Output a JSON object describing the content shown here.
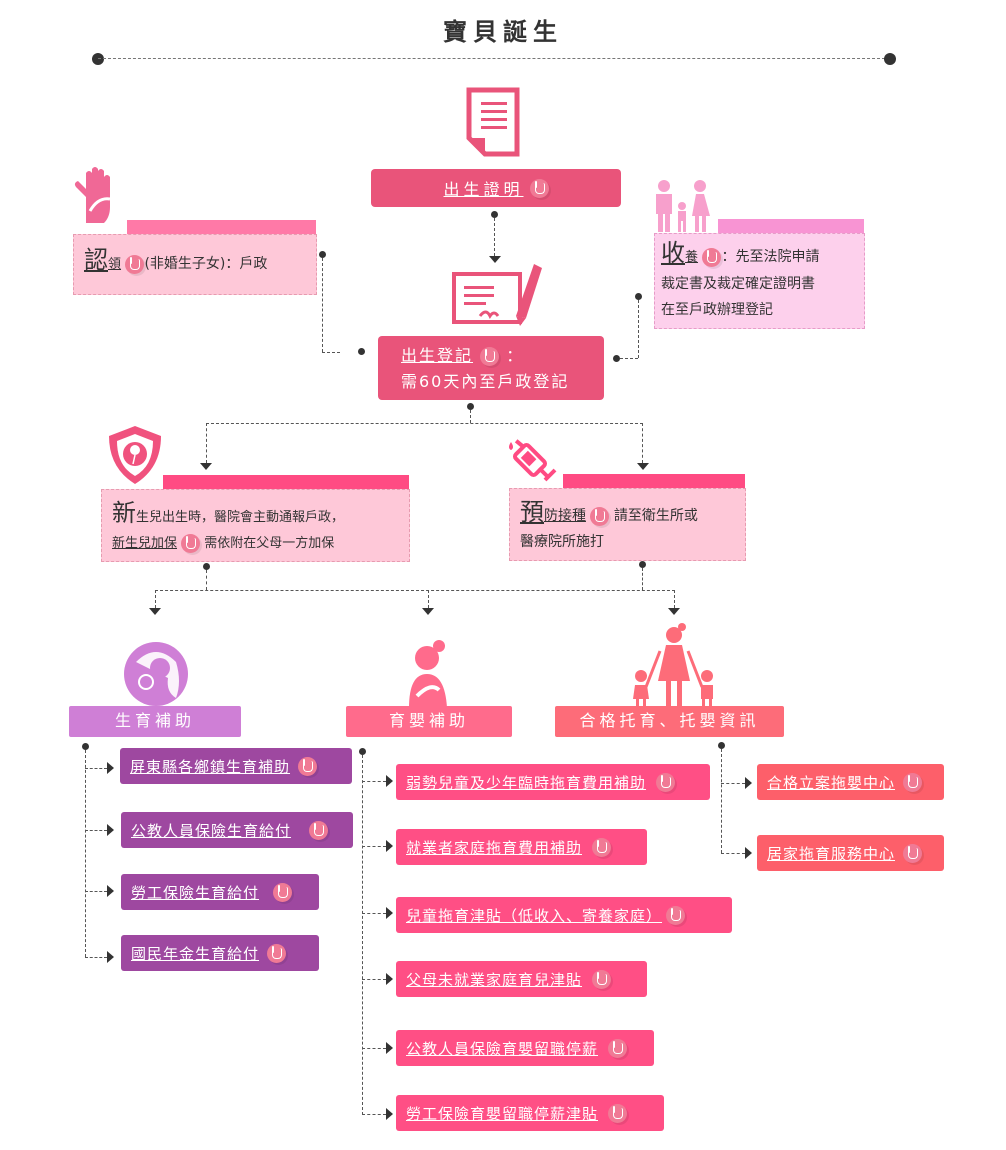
{
  "title": "寶貝誕生",
  "birth_certificate": {
    "label": "出生證明",
    "icon": "document-icon"
  },
  "acknowledgment": {
    "big_char": "認",
    "link": "領",
    "text": "(非婚生子女)：戶政",
    "icon": "helping-hand-icon"
  },
  "adoption": {
    "big_char": "收",
    "link": "養",
    "text_line1": "：先至法院申請",
    "text_line2": "裁定書及裁定確定證明書",
    "text_line3": "在至戶政辦理登記",
    "icon": "family-icon"
  },
  "birth_registration": {
    "label": "出生登記",
    "colon": "：",
    "line2": "需60天內至戶政登記",
    "icon": "signature-pen-icon"
  },
  "newborn": {
    "big_char": "新",
    "line1": "生兒出生時，醫院會主動通報戶政，",
    "link": "新生兒加保",
    "line2": "需依附在父母一方加保",
    "icon": "shield-icon"
  },
  "vaccination": {
    "big_char": "預",
    "link": "防接種",
    "line1": "請至衛生所或",
    "line2": "醫療院所施打",
    "icon": "syringe-icon"
  },
  "categories": [
    {
      "label": "生育補助",
      "color": "#cf7fd6",
      "icon": "mother-baby-icon"
    },
    {
      "label": "育嬰補助",
      "color": "#ff6b8c",
      "icon": "nursing-mother-icon"
    },
    {
      "label": "合格托育、托嬰資訊",
      "color": "#fd6c79",
      "icon": "mother-children-icon"
    }
  ],
  "birth_subsidies": [
    "屏東縣各鄉鎮生育補助",
    "公教人員保險生育給付",
    "勞工保險生育給付",
    "國民年金生育給付"
  ],
  "childcare_subsidies": [
    "弱勢兒童及少年臨時拖育費用補助",
    "就業者家庭拖育費用補助",
    "兒童拖育津貼（低收入、寄養家庭）",
    "父母未就業家庭育兒津貼",
    "公教人員保險育嬰留職停薪",
    "勞工保險育嬰留職停薪津貼"
  ],
  "daycare_info": [
    "合格立案拖嬰中心",
    "居家拖育服務中心"
  ],
  "colors": {
    "primary": "#e9547a",
    "purple": "#9e48a0",
    "hot_pink": "#ff4f85",
    "coral": "#fd5f6a"
  }
}
